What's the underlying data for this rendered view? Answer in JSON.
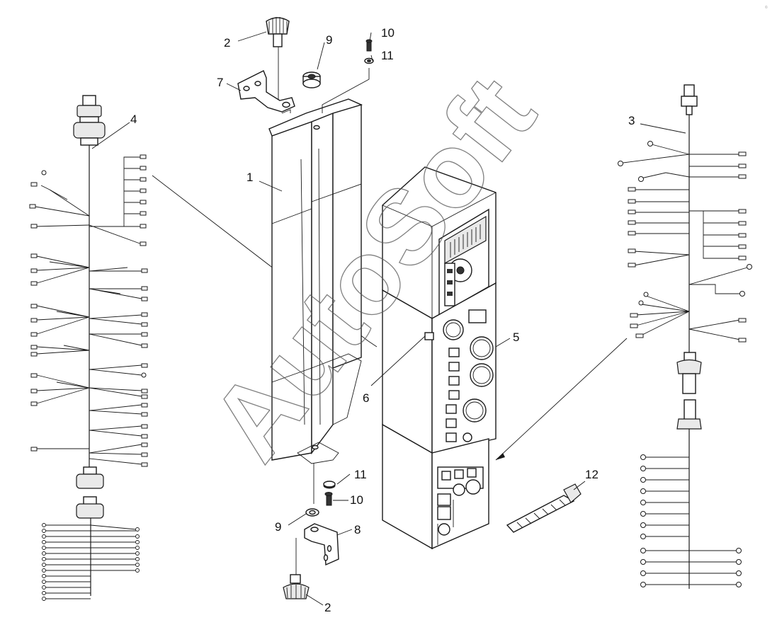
{
  "callouts": {
    "c1": "1",
    "c2_top": "2",
    "c2_bottom": "2",
    "c3": "3",
    "c4": "4",
    "c5": "5",
    "c6": "6",
    "c7": "7",
    "c8": "8",
    "c9_top": "9",
    "c9_bottom": "9",
    "c10_top": "10",
    "c10_bottom": "10",
    "c11_top": "11",
    "c11_bottom": "11",
    "c12": "12"
  },
  "watermark": {
    "text": "AutoSoft",
    "corner_mark": "©"
  }
}
